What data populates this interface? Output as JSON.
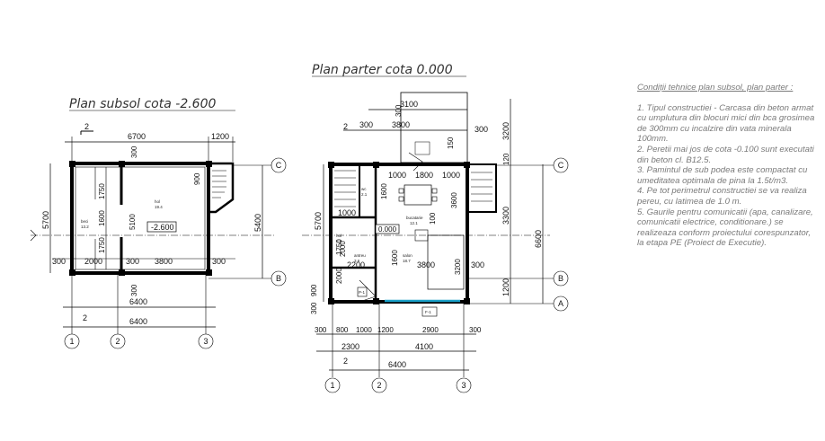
{
  "titles": {
    "basement": "Plan subsol cota -2.600",
    "ground": "Plan parter cota 0.000"
  },
  "notes": {
    "heading": "Condiții tehnice plan subsol, plan parter :",
    "items": [
      "1. Tipul constructiei - Carcasa din beton armat cu umplutura din blocuri mici din bca grosimea de 300mm cu incalzire din vata minerala 100mm.",
      "2. Peretii mai jos de cota -0.100 sunt executati din beton cl. B12.5.",
      "3. Pamintul de sub podea este compactat cu umeditatea optimala de pina la 1.5t/m3.",
      "4. Pe tot perimetrul constructiei se va realiza pereu, cu latimea de 1.0 m.",
      "5. Gaurile pentru comunicatii (apa, canalizare, comunicatii electrice, conditionare.) se realizeaza conform proiectului corespunzator, la etapa PE (Proiect de Executie)."
    ]
  },
  "axes": {
    "n1": "1",
    "n2": "2",
    "n3": "3",
    "lA": "A",
    "lB": "B",
    "lC": "C",
    "cut": "2"
  },
  "basement": {
    "d_top_6700": "6700",
    "d_top_1200": "1200",
    "d_300": "300",
    "d_left_5700": "5700",
    "d_right_5400": "5400",
    "d_1750a": "1750",
    "d_1600": "1600",
    "d_1750b": "1750",
    "d_5100": "5100",
    "d_row_300a": "300",
    "d_row_2000": "2000",
    "d_row_300b": "300",
    "d_row_3800": "3800",
    "d_row_300c": "300",
    "d_mid_300": "300",
    "d_bot_6400a": "6400",
    "d_bot_6400b": "6400",
    "d_stair": "900",
    "level": "-2.600",
    "room1": "hol",
    "room1_area": "19.4",
    "room2": "beci",
    "room2_area": "13.2"
  },
  "ground": {
    "d_top_3100": "3100",
    "d_top_1800": "1800",
    "d_top_3800": "3800",
    "d_top_300a": "300",
    "d_top_300b": "300",
    "d_top_300c": "300",
    "d_side_3200": "3200",
    "d_side_120": "120",
    "d_side_3300": "3300",
    "d_side_6600": "6600",
    "d_side_1200": "1200",
    "d_left_5700": "5700",
    "d_left_900": "900",
    "d_left_300": "300",
    "d_1800": "1800",
    "d_1000a": "1000",
    "d_1000b": "1000",
    "d_1600": "1600",
    "d_3600": "3600",
    "d_100": "100",
    "d_2000a": "2000",
    "d_2200": "2200",
    "d_1600b": "1600",
    "d_3800": "3800",
    "d_3200": "3200",
    "d_300r": "300",
    "d_1750": "1750",
    "d_2000b": "2000",
    "d_150": "150",
    "level": "0.000",
    "b_300": "300",
    "b_800": "800",
    "b_1000": "1000",
    "b_1200": "1200",
    "b_2900": "2900",
    "b_300b": "300",
    "b_2300": "2300",
    "b_4100": "4100",
    "b_6400": "6400",
    "kitchen": "bucatarie",
    "kitchen_area": "12.1",
    "living": "salon",
    "living_area": "18.7",
    "hall": "hol",
    "hall_area": "6.6",
    "wc": "wc",
    "wc_area": "2.1",
    "ent": "antreu",
    "ent_area": "3.6",
    "door": "P-1",
    "win": "F-1"
  }
}
